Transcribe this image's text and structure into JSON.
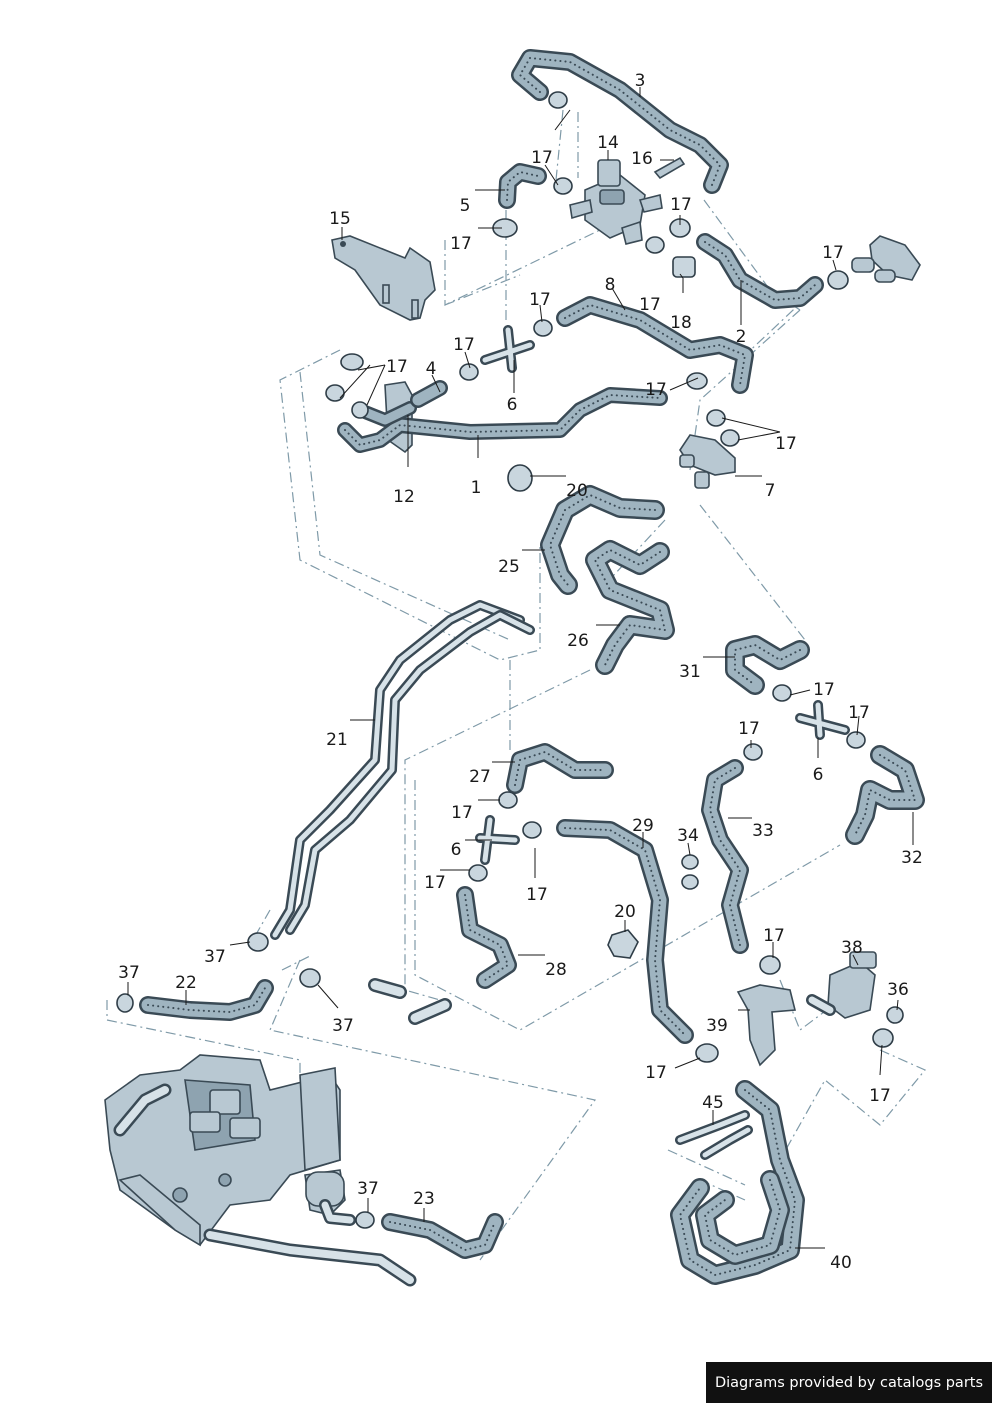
{
  "callouts": [
    {
      "id": "c3",
      "text": "3"
    },
    {
      "id": "c14",
      "text": "14"
    },
    {
      "id": "c16",
      "text": "16"
    },
    {
      "id": "c17a",
      "text": "17"
    },
    {
      "id": "c5",
      "text": "5"
    },
    {
      "id": "c17b",
      "text": "17"
    },
    {
      "id": "c17c",
      "text": "17"
    },
    {
      "id": "c15",
      "text": "15"
    },
    {
      "id": "c17d",
      "text": "17"
    },
    {
      "id": "c8",
      "text": "8"
    },
    {
      "id": "c17e",
      "text": "17"
    },
    {
      "id": "c18",
      "text": "18"
    },
    {
      "id": "c2",
      "text": "2"
    },
    {
      "id": "c17f",
      "text": "17"
    },
    {
      "id": "c17g",
      "text": "17"
    },
    {
      "id": "c4",
      "text": "4"
    },
    {
      "id": "c17h",
      "text": "17"
    },
    {
      "id": "c6a",
      "text": "6"
    },
    {
      "id": "c17i",
      "text": "17"
    },
    {
      "id": "c17j",
      "text": "17"
    },
    {
      "id": "c12",
      "text": "12"
    },
    {
      "id": "c1",
      "text": "1"
    },
    {
      "id": "c20a",
      "text": "20"
    },
    {
      "id": "c7",
      "text": "7"
    },
    {
      "id": "c25",
      "text": "25"
    },
    {
      "id": "c26",
      "text": "26"
    },
    {
      "id": "c31",
      "text": "31"
    },
    {
      "id": "c17k",
      "text": "17"
    },
    {
      "id": "c21",
      "text": "21"
    },
    {
      "id": "c17l",
      "text": "17"
    },
    {
      "id": "c17m",
      "text": "17"
    },
    {
      "id": "c6b",
      "text": "6"
    },
    {
      "id": "c27",
      "text": "27"
    },
    {
      "id": "c17n",
      "text": "17"
    },
    {
      "id": "c29",
      "text": "29"
    },
    {
      "id": "c33",
      "text": "33"
    },
    {
      "id": "c34",
      "text": "34"
    },
    {
      "id": "c6c",
      "text": "6"
    },
    {
      "id": "c17o",
      "text": "17"
    },
    {
      "id": "c17p",
      "text": "17"
    },
    {
      "id": "c32",
      "text": "32"
    },
    {
      "id": "c20b",
      "text": "20"
    },
    {
      "id": "c37a",
      "text": "37"
    },
    {
      "id": "c37b",
      "text": "37"
    },
    {
      "id": "c22",
      "text": "22"
    },
    {
      "id": "c28",
      "text": "28"
    },
    {
      "id": "c17q",
      "text": "17"
    },
    {
      "id": "c38",
      "text": "38"
    },
    {
      "id": "c36",
      "text": "36"
    },
    {
      "id": "c37c",
      "text": "37"
    },
    {
      "id": "c39",
      "text": "39"
    },
    {
      "id": "c17r",
      "text": "17"
    },
    {
      "id": "c17s",
      "text": "17"
    },
    {
      "id": "c45",
      "text": "45"
    },
    {
      "id": "c37d",
      "text": "37"
    },
    {
      "id": "c23",
      "text": "23"
    },
    {
      "id": "c40",
      "text": "40"
    }
  ],
  "footer": {
    "text": "Diagrams provided by catalogs parts"
  }
}
